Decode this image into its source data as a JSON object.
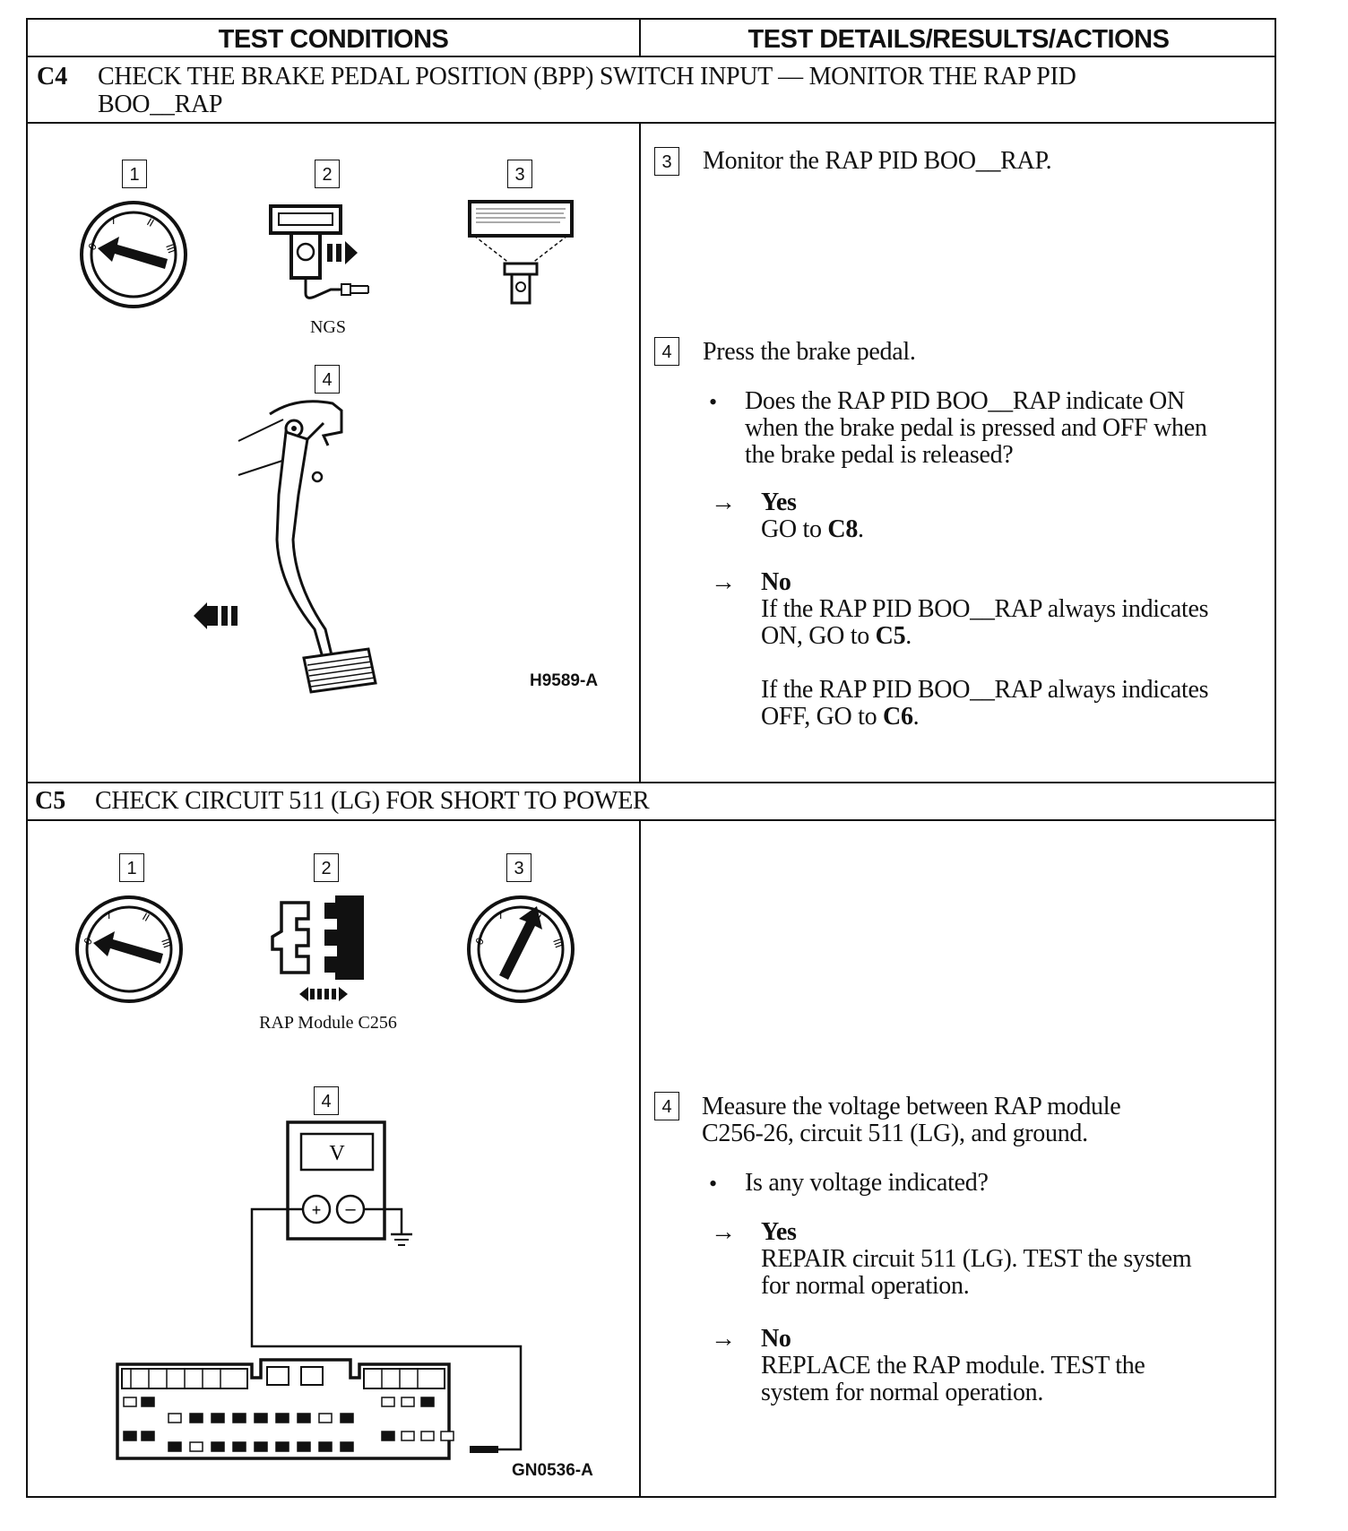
{
  "header": {
    "left": "TEST CONDITIONS",
    "right": "TEST DETAILS/RESULTS/ACTIONS"
  },
  "c4": {
    "id": "C4",
    "title_line1": "CHECK THE BRAKE PEDAL POSITION (BPP) SWITCH INPUT — MONITOR THE RAP PID",
    "title_line2": "BOO__RAP",
    "fig_steps": [
      "1",
      "2",
      "3",
      "4"
    ],
    "ngs_caption": "NGS",
    "figure_id": "H9589-A",
    "step3": {
      "num": "3",
      "text": "Monitor the RAP PID BOO__RAP."
    },
    "step4": {
      "num": "4",
      "text": "Press the brake pedal.",
      "question_l1": "Does the RAP PID BOO__RAP indicate ON",
      "question_l2": "when the brake pedal is pressed and OFF when",
      "question_l3": "the brake pedal is released?",
      "yes_label": "Yes",
      "yes_pre": "GO to ",
      "yes_target": "C8",
      "no_label": "No",
      "no1_pre": "If the RAP PID BOO__RAP always indicates",
      "no1_l2_pre": "ON, GO to ",
      "no1_target": "C5",
      "no2_pre": "If the RAP PID BOO__RAP always indicates",
      "no2_l2_pre": "OFF, GO to ",
      "no2_target": "C6"
    }
  },
  "c5": {
    "id": "C5",
    "title": "CHECK CIRCUIT 511 (LG) FOR SHORT TO POWER",
    "fig_steps": [
      "1",
      "2",
      "3",
      "4"
    ],
    "module_caption": "RAP Module C256",
    "meter_label": "V",
    "figure_id": "GN0536-A",
    "step4": {
      "num": "4",
      "text_l1": "Measure the voltage between RAP module",
      "text_l2": "C256-26, circuit 511 (LG), and ground.",
      "question": "Is any voltage indicated?",
      "yes_label": "Yes",
      "yes_l1": "REPAIR circuit 511 (LG). TEST the system",
      "yes_l2": "for normal operation.",
      "no_label": "No",
      "no_l1": "REPLACE the RAP module. TEST the",
      "no_l2": "system for normal operation."
    }
  },
  "symbols": {
    "arrow": "→",
    "bullet": "•",
    "ignition_marks": [
      "0",
      "I",
      "II",
      "III"
    ]
  }
}
